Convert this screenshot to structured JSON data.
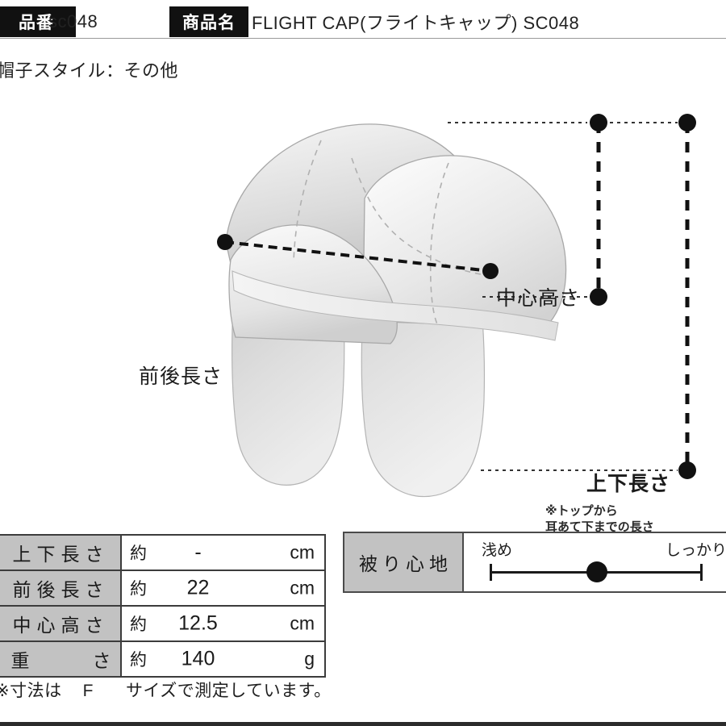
{
  "header": {
    "code_label": "品番",
    "code_value": "sc048",
    "name_label": "商品名",
    "name_value": "FLIGHT CAP(フライトキャップ) SC048"
  },
  "style_line": "帽子スタイル：その他",
  "diagram": {
    "labels": {
      "front_back": "前後長さ",
      "center_height": "中心高さ",
      "top_bottom": "上下長さ",
      "top_bottom_note_line1": "※トップから",
      "top_bottom_note_line2": "耳あて下までの長さ"
    },
    "colors": {
      "cap_light": "#f2f2f2",
      "cap_mid": "#d8d8d8",
      "cap_dark": "#bcbcbc",
      "outline": "#9a9a9a",
      "dim_line": "#111111"
    }
  },
  "spec_table": {
    "rows": [
      {
        "label": "上下長さ",
        "approx": "約",
        "value": "-",
        "unit": "cm"
      },
      {
        "label": "前後長さ",
        "approx": "約",
        "value": "22",
        "unit": "cm"
      },
      {
        "label": "中心高さ",
        "approx": "約",
        "value": "12.5",
        "unit": "cm"
      },
      {
        "label_first": "重",
        "label_last": "さ",
        "approx": "約",
        "value": "140",
        "unit": "g"
      }
    ]
  },
  "size_note": {
    "prefix": "※寸法は",
    "size": "F",
    "suffix": "サイズで測定しています。"
  },
  "fit": {
    "title": "被り心地",
    "low_label": "浅め",
    "high_label": "しっかり",
    "position_percent": 50
  }
}
